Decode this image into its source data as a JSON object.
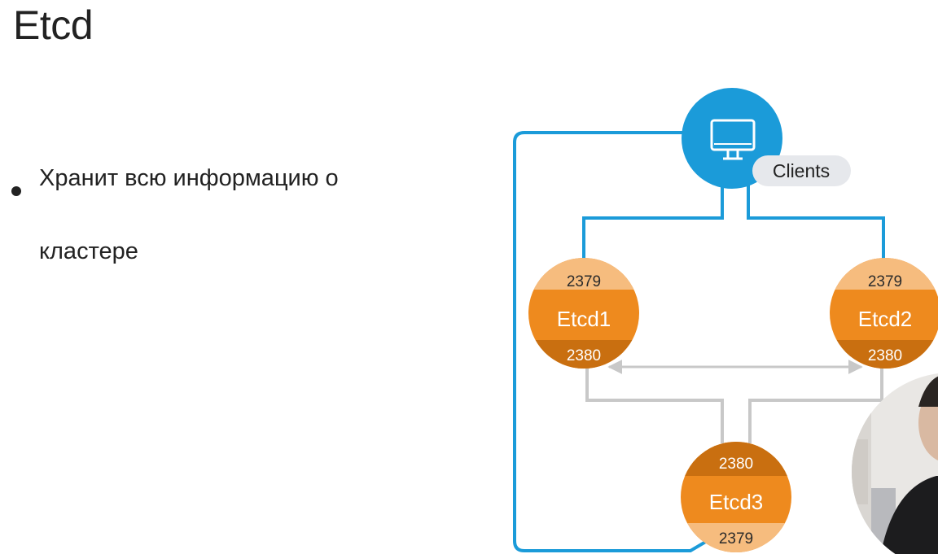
{
  "slide": {
    "title": "Etcd",
    "bullets": [
      "Хранит всю информацию о кластере"
    ]
  },
  "diagram": {
    "clients": {
      "label": "Clients",
      "icon": "monitor-icon",
      "color": "#1b9bd9"
    },
    "nodes": [
      {
        "name": "Etcd1",
        "top_port": "2379",
        "bottom_port": "2380"
      },
      {
        "name": "Etcd2",
        "top_port": "2379",
        "bottom_port": "2380"
      },
      {
        "name": "Etcd3",
        "top_port": "2380",
        "bottom_port": "2379"
      }
    ],
    "colors": {
      "node": "#ee8a1e",
      "node_light_cap": "#f6bc7e",
      "node_dark_cap": "#c96f10",
      "client_link": "#1b9bd9",
      "peer_link": "#c8c8c8"
    }
  },
  "webcam": {
    "icon": "presenter-webcam"
  }
}
